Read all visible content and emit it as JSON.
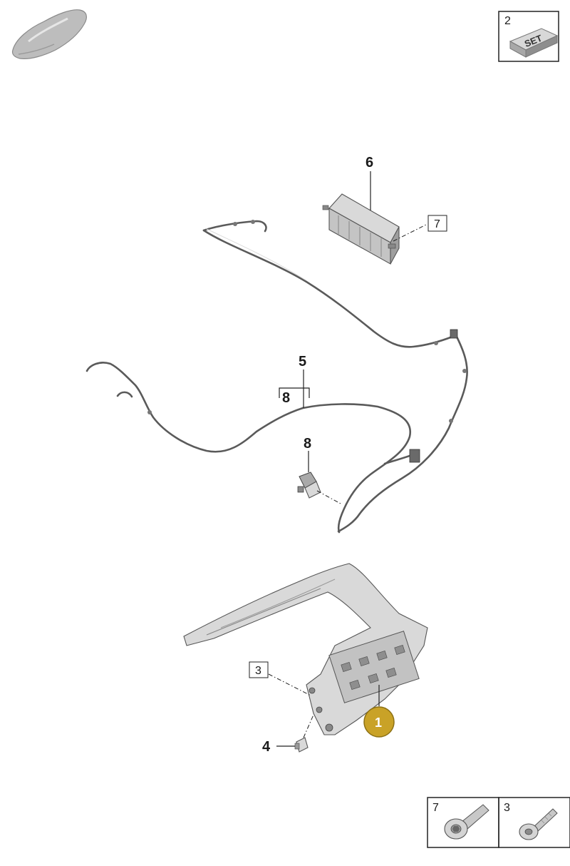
{
  "callouts": {
    "c1": "1",
    "c2": "2",
    "c3_box": "3",
    "c3_legend": "3",
    "c4": "4",
    "c5": "5",
    "c6": "6",
    "c7_box": "7",
    "c7_legend": "7",
    "c8_bracket": "8",
    "c8": "8"
  },
  "set_box": {
    "text": "SET"
  },
  "icons": {
    "vehicle": "car-silhouette-icon",
    "set": "set-box-icon",
    "screw": "flange-screw-icon",
    "bolt": "bolt-icon"
  },
  "colors": {
    "highlight": "#c9a227",
    "line": "#222222",
    "part_fill": "#d9d9d9",
    "wire": "#5a5a5a"
  }
}
